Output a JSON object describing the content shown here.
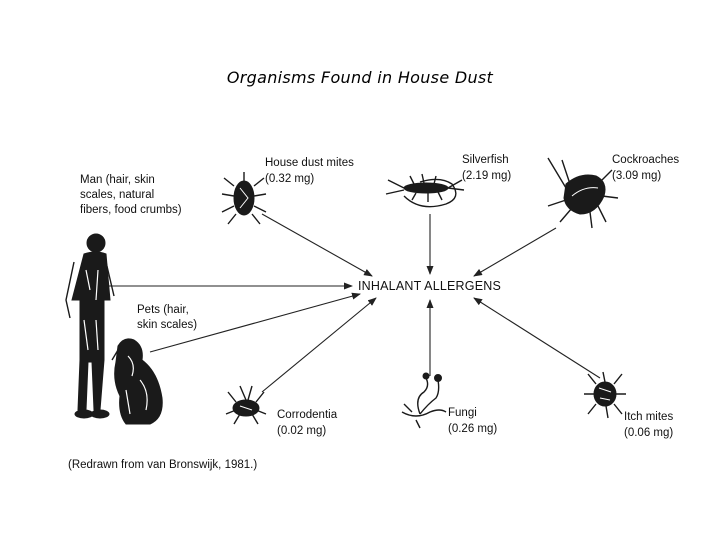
{
  "title": "Organisms Found in House Dust",
  "center_label": "INHALANT ALLERGENS",
  "sources": {
    "man": {
      "lines": [
        "Man (hair, skin",
        "scales, natural",
        "fibers, food crumbs)"
      ]
    },
    "pets": {
      "lines": [
        "Pets (hair,",
        "skin scales)"
      ]
    },
    "dust_mites": {
      "lines": [
        "House dust mites",
        "(0.32 mg)"
      ]
    },
    "silverfish": {
      "lines": [
        "Silverfish",
        "(2.19 mg)"
      ]
    },
    "cockroaches": {
      "lines": [
        "Cockroaches",
        "(3.09 mg)"
      ]
    },
    "corrodentia": {
      "lines": [
        "Corrodentia",
        "(0.02 mg)"
      ]
    },
    "fungi": {
      "lines": [
        "Fungi",
        "(0.26 mg)"
      ]
    },
    "itch_mites": {
      "lines": [
        "Itch mites",
        "(0.06 mg)"
      ]
    }
  },
  "credit": "(Redrawn from van Bronswijk, 1981.)"
}
